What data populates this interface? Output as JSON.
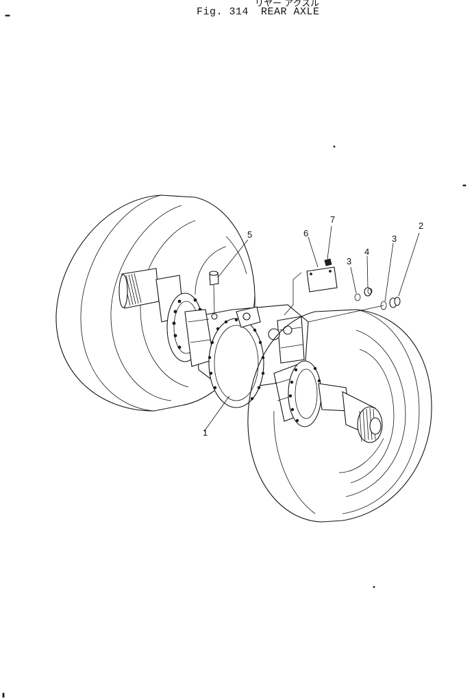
{
  "header": {
    "japanese_title": "リヤー アクスル",
    "figure_number": "Fig. 314",
    "figure_title": "REAR AXLE"
  },
  "callouts": [
    "1",
    "2",
    "3",
    "3",
    "4",
    "5",
    "6",
    "7"
  ]
}
